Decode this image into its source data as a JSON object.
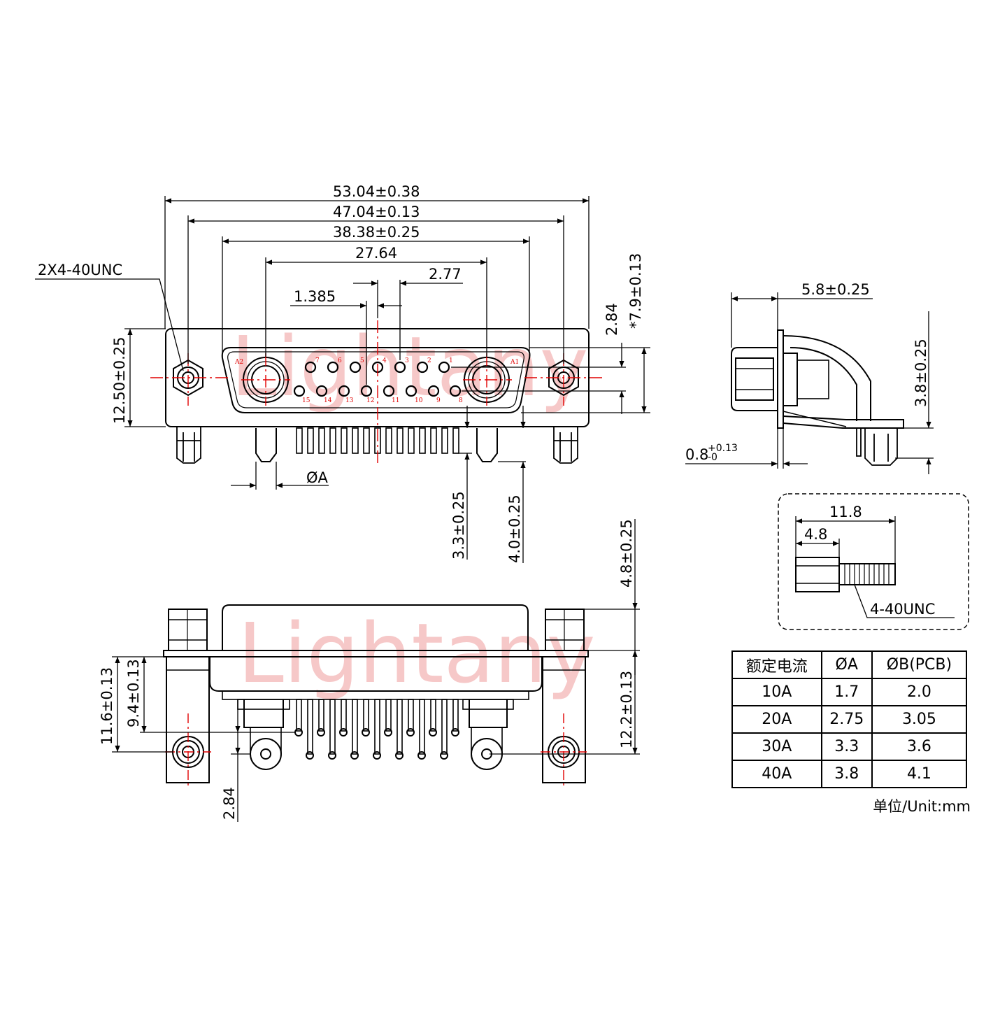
{
  "watermark": "Lightany",
  "front_view": {
    "dims": {
      "overall_width": "53.04±0.38",
      "mount_hole_pitch": "47.04±0.13",
      "shell_width": "38.38±0.25",
      "coax_pitch": "27.64",
      "pin_pitch": "2.77",
      "row_offset": "1.385",
      "thread": "2X4-40UNC",
      "height": "12.50±0.25",
      "row_pitch": "2.84",
      "shell_height": "*7.9±0.13",
      "pin_dia": "ØA",
      "pin_len_a": "3.3±0.25",
      "pin_len_b": "4.0±0.25"
    },
    "labels": {
      "a1": "A1",
      "a2": "A2",
      "top": [
        "7",
        "6",
        "5",
        "4",
        "3",
        "2",
        "1"
      ],
      "bottom": [
        "15",
        "14",
        "13",
        "12",
        "11",
        "10",
        "9",
        "8"
      ]
    }
  },
  "side_view": {
    "depth": "5.8±0.25",
    "height": "3.8±0.25",
    "flange": "0.8",
    "tol_plus": "+0.13",
    "tol_minus": "-0"
  },
  "screw_detail": {
    "length": "11.8",
    "head": "4.8",
    "thread": "4-40UNC"
  },
  "bottom_view": {
    "dims": {
      "shell_height": "4.8±0.25",
      "hole_to_flange": "11.6±0.13",
      "pin_to_flange": "9.4±0.13",
      "coax_to_flange": "12.2±0.13",
      "pin_offset": "2.84"
    }
  },
  "spec_table": {
    "headers": [
      "额定电流",
      "ØA",
      "ØB(PCB)"
    ],
    "rows": [
      [
        "10A",
        "1.7",
        "2.0"
      ],
      [
        "20A",
        "2.75",
        "3.05"
      ],
      [
        "30A",
        "3.3",
        "3.6"
      ],
      [
        "40A",
        "3.8",
        "4.1"
      ]
    ]
  },
  "unit_note": "单位/Unit:mm"
}
